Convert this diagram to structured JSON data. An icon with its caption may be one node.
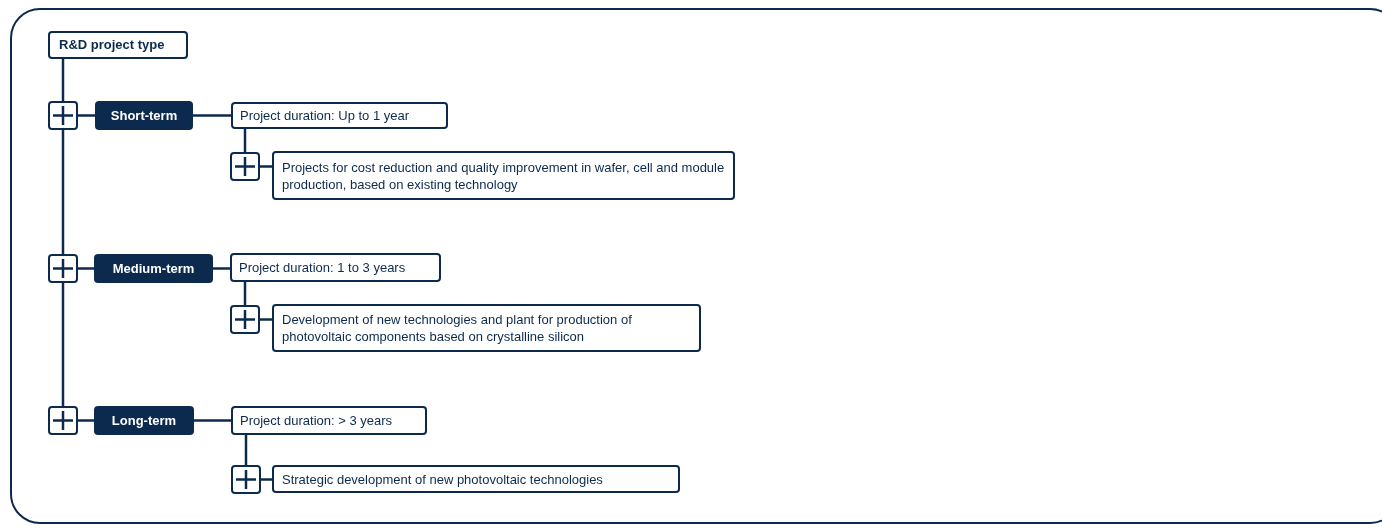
{
  "diagram": {
    "nodes": [
      {
        "text": [
          "R&D project type"
        ]
      },
      {
        "text": [],
        "shape": "box"
      },
      {
        "text": [
          "Short-term"
        ]
      },
      {
        "text": [
          "Project duration: Up to 1 year"
        ]
      },
      {
        "text": [],
        "shape": "box"
      },
      {
        "text": [
          "Projects for cost reduction and quality improvement in wafer, cell and module production, based on existing technology"
        ]
      },
      {
        "text": [],
        "shape": "box"
      },
      {
        "text": [
          "Medium-term"
        ]
      },
      {
        "text": [
          "Project duration: 1 to 3 years"
        ]
      },
      {
        "text": [],
        "shape": "box"
      },
      {
        "text": [
          "Development of new technologies and plant for production of photovoltaic components based on crystalline silicon"
        ]
      },
      {
        "text": [],
        "shape": "box"
      },
      {
        "text": [
          "Long-term"
        ]
      },
      {
        "text": [
          "Project duration: > 3 years"
        ]
      },
      {
        "text": [],
        "shape": "box"
      },
      {
        "text": [
          "Strategic development of new photovoltaic technologies"
        ]
      }
    ],
    "edges": [
      {
        "from": 0,
        "to": 1,
        "arrow": "none"
      },
      {
        "from": 1,
        "to": 6,
        "arrow": "none"
      },
      {
        "from": 6,
        "to": 11,
        "arrow": "none"
      },
      {
        "from": 1,
        "to": 2,
        "arrow": "none"
      },
      {
        "from": 2,
        "to": 3,
        "arrow": "none"
      },
      {
        "from": 3,
        "to": 4,
        "arrow": "none"
      },
      {
        "from": 4,
        "to": 5,
        "arrow": "none"
      },
      {
        "from": 6,
        "to": 7,
        "arrow": "none"
      },
      {
        "from": 7,
        "to": 8,
        "arrow": "none"
      },
      {
        "from": 8,
        "to": 9,
        "arrow": "none"
      },
      {
        "from": 9,
        "to": 10,
        "arrow": "none"
      },
      {
        "from": 11,
        "to": 12,
        "arrow": "none"
      },
      {
        "from": 12,
        "to": 13,
        "arrow": "none"
      },
      {
        "from": 13,
        "to": 14,
        "arrow": "none"
      },
      {
        "from": 14,
        "to": 15,
        "arrow": "none"
      }
    ]
  }
}
